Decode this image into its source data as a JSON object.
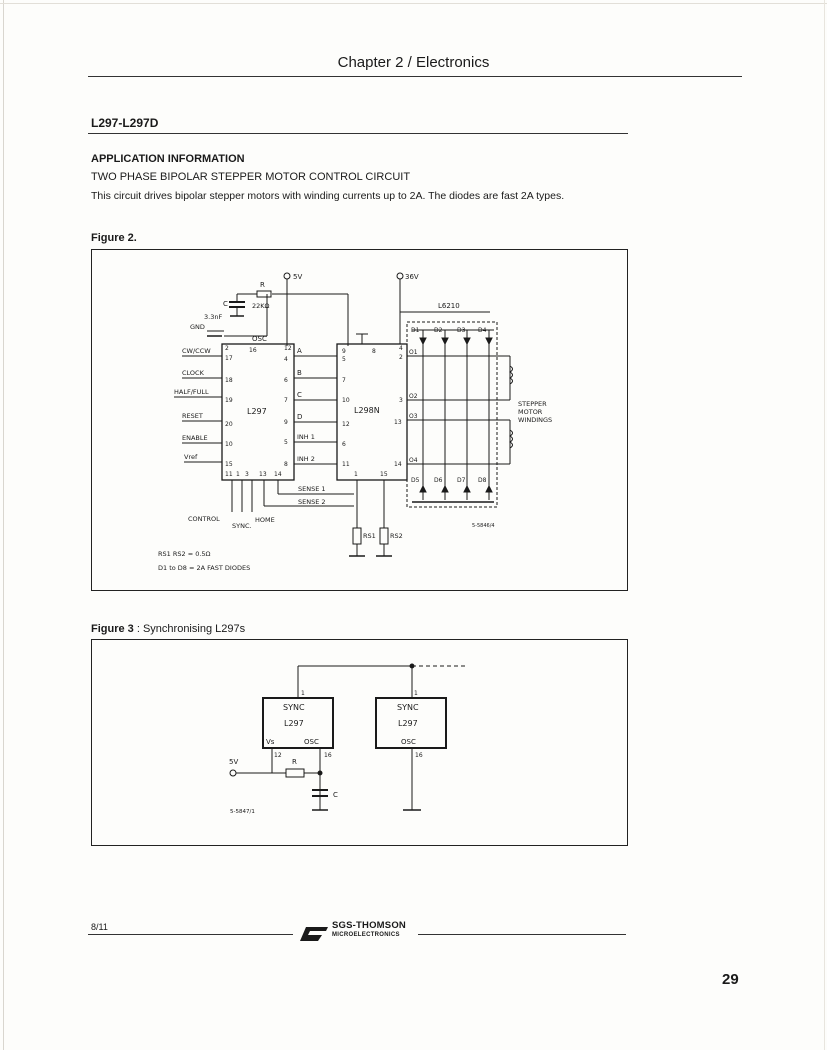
{
  "header": {
    "chapter": "Chapter 2  /  Electronics"
  },
  "part_number": "L297-L297D",
  "section": {
    "title": "APPLICATION INFORMATION",
    "subtitle": "TWO PHASE BIPOLAR STEPPER MOTOR CONTROL CIRCUIT",
    "text": "This circuit drives bipolar stepper motors with winding currents up to 2A. The diodes are fast 2A types."
  },
  "figure2": {
    "caption": "Figure 2.",
    "labels": {
      "v5": "5V",
      "v36": "36V",
      "r": "R",
      "r_val": "22KΩ",
      "c": "C",
      "c_val": "3.3nF",
      "gnd": "GND",
      "osc": "OSC",
      "cw": "CW/CCW",
      "clock": "CLOCK",
      "halffull": "HALF/FULL",
      "reset": "RESET",
      "enable": "ENABLE",
      "vref": "Vref",
      "l297": "L297",
      "l298": "L298N",
      "l6210": "L6210",
      "sense1": "SENSE 1",
      "sense2": "SENSE 2",
      "control": "CONTROL",
      "sync": "SYNC.",
      "home": "HOME",
      "rs1": "RS1",
      "rs2": "RS2",
      "winding1": "STEPPER",
      "winding2": "MOTOR",
      "winding3": "WINDINGS",
      "note1": "RS1 RS2 = 0.5Ω",
      "note2": "D1 to D8 = 2A FAST DIODES",
      "ref": "5-5846/4",
      "pA": "A",
      "pB": "B",
      "pC": "C",
      "pD": "D",
      "inh1": "INH 1",
      "inh2": "INH 2",
      "o1": "O1",
      "o2": "O2",
      "o3": "O3",
      "o4": "O4",
      "d1": "D1",
      "d2": "D2",
      "d3": "D3",
      "d4": "D4",
      "d5": "D5",
      "d6": "D6",
      "d7": "D7",
      "d8": "D8"
    }
  },
  "figure3": {
    "caption_bold": "Figure 3",
    "caption_rest": " : Synchronising L297s",
    "labels": {
      "sync": "SYNC",
      "l297": "L297",
      "vs": "Vs",
      "osc": "OSC",
      "v5": "5V",
      "r": "R",
      "c": "C",
      "p1": "1",
      "p12": "12",
      "p16": "16",
      "ref": "5-5847/1"
    }
  },
  "footer": {
    "page_ref": "8/11",
    "brand": "SGS-THOMSON",
    "brand_sub": "MICROELECTRONICS",
    "page_number": "29"
  }
}
